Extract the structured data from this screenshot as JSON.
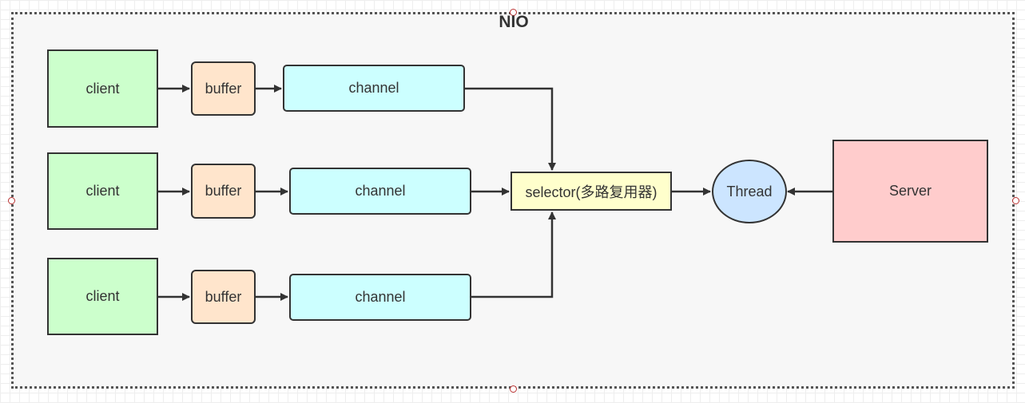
{
  "diagram": {
    "title": "NIO",
    "nodes": {
      "client_1": "client",
      "client_2": "client",
      "client_3": "client",
      "buffer_1": "buffer",
      "buffer_2": "buffer",
      "buffer_3": "buffer",
      "channel_1": "channel",
      "channel_2": "channel",
      "channel_3": "channel",
      "selector": "selector(多路复用器)",
      "thread": "Thread",
      "server": "Server"
    },
    "edges": [
      {
        "from": "client_1",
        "to": "buffer_1"
      },
      {
        "from": "buffer_1",
        "to": "channel_1"
      },
      {
        "from": "channel_1",
        "to": "selector"
      },
      {
        "from": "client_2",
        "to": "buffer_2"
      },
      {
        "from": "buffer_2",
        "to": "channel_2"
      },
      {
        "from": "channel_2",
        "to": "selector"
      },
      {
        "from": "client_3",
        "to": "buffer_3"
      },
      {
        "from": "buffer_3",
        "to": "channel_3"
      },
      {
        "from": "channel_3",
        "to": "selector"
      },
      {
        "from": "selector",
        "to": "thread"
      },
      {
        "from": "server",
        "to": "thread"
      }
    ],
    "colors": {
      "client": "#ccffcc",
      "buffer": "#ffe5cc",
      "channel": "#ccffff",
      "selector": "#ffffcc",
      "thread": "#cce5ff",
      "server": "#ffcccc",
      "stroke": "#333333"
    }
  }
}
